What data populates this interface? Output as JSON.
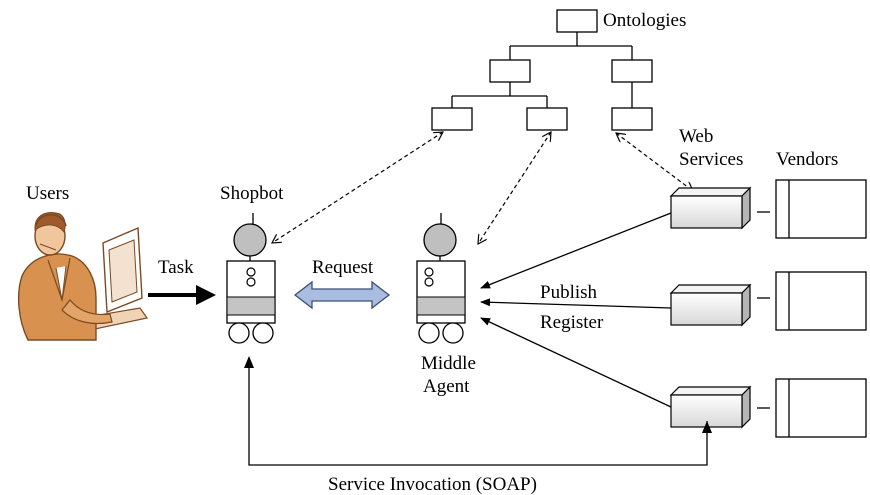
{
  "labels": {
    "ontologies": "Ontologies",
    "users": "Users",
    "shopbot": "Shopbot",
    "task": "Task",
    "request": "Request",
    "middle_agent_line1": "Middle",
    "middle_agent_line2": "Agent",
    "web_services_line1": "Web",
    "web_services_line2": "Services",
    "vendors": "Vendors",
    "publish": "Publish",
    "register": "Register",
    "service_invocation": "Service Invocation (SOAP)"
  },
  "icons": {
    "users": "person-at-computer-icon",
    "shopbot": "robot-icon",
    "middle_agent": "robot-icon",
    "web_service": "cuboid-server-icon",
    "vendor": "storefront-icon"
  },
  "colors": {
    "request_arrow_fill": "#a9bde0",
    "robot_band": "#c4c4c4",
    "robot_head": "#bfbfbf",
    "user_figure": "#d9914f"
  }
}
